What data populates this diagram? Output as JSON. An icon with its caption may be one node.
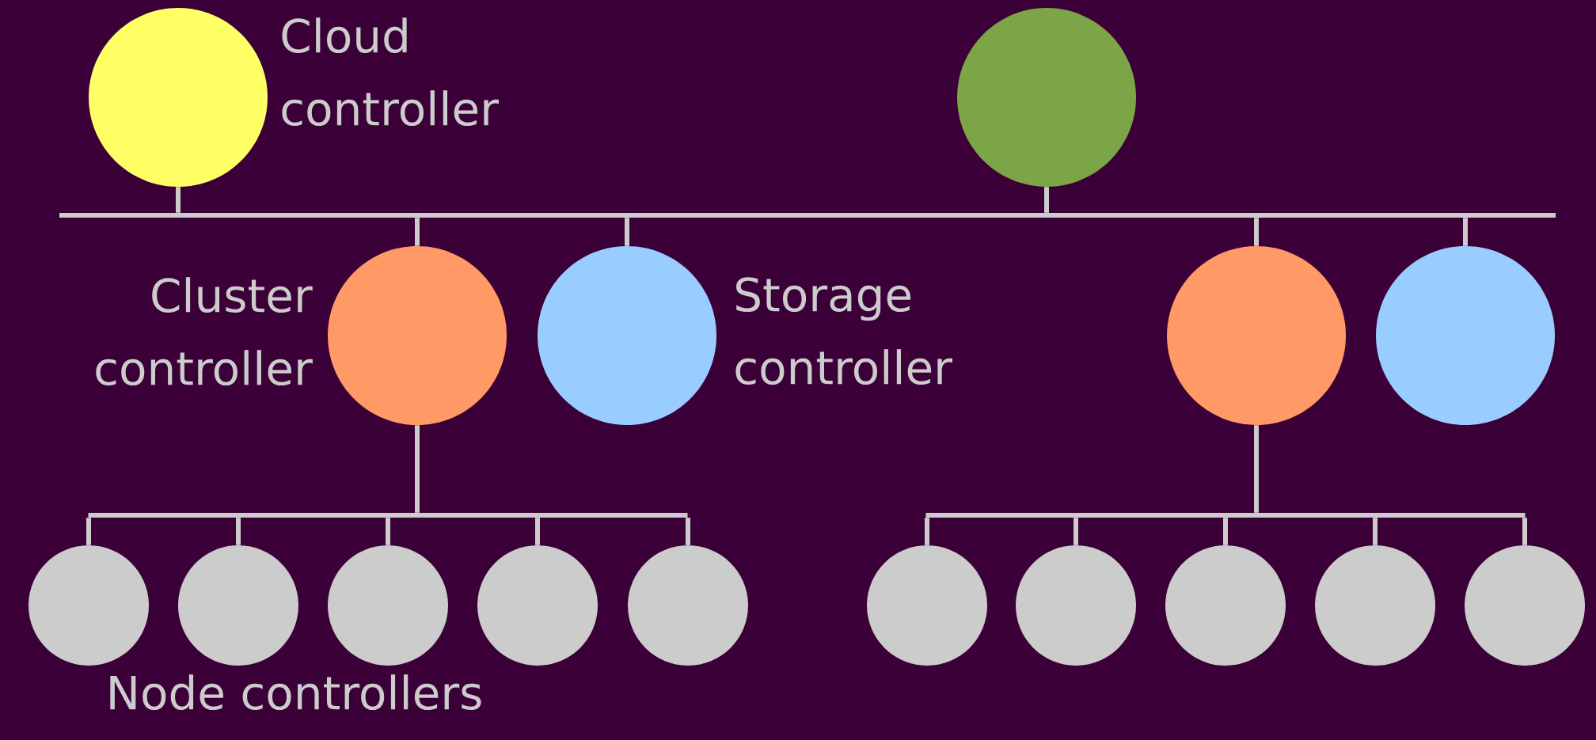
{
  "diagram": {
    "nodes": [
      {
        "text": [],
        "shape": "circle",
        "beside": [
          "Cloud controller"
        ]
      },
      {
        "text": [],
        "shape": "circle"
      },
      {
        "text": [],
        "shape": "bar"
      },
      {
        "text": [],
        "shape": "circle",
        "beside": [
          "Cluster controller"
        ]
      },
      {
        "text": [],
        "shape": "circle",
        "beside": [
          "Storage controller"
        ]
      },
      {
        "text": [],
        "shape": "circle"
      },
      {
        "text": [],
        "shape": "circle"
      },
      {
        "text": [],
        "shape": "bar"
      },
      {
        "text": [],
        "shape": "bar"
      },
      {
        "text": [],
        "shape": "circle"
      },
      {
        "text": [],
        "shape": "circle"
      },
      {
        "text": [],
        "shape": "circle"
      },
      {
        "text": [],
        "shape": "circle"
      },
      {
        "text": [],
        "shape": "circle"
      },
      {
        "text": [],
        "shape": "circle"
      },
      {
        "text": [],
        "shape": "circle"
      },
      {
        "text": [],
        "shape": "circle"
      },
      {
        "text": [],
        "shape": "circle"
      },
      {
        "text": [],
        "shape": "circle"
      }
    ],
    "edges": [
      {
        "from": 0,
        "to": 2,
        "arrow": "none"
      },
      {
        "from": 1,
        "to": 2,
        "arrow": "none"
      },
      {
        "from": 2,
        "to": 3,
        "arrow": "none"
      },
      {
        "from": 2,
        "to": 4,
        "arrow": "none"
      },
      {
        "from": 2,
        "to": 5,
        "arrow": "none"
      },
      {
        "from": 2,
        "to": 6,
        "arrow": "none"
      },
      {
        "from": 3,
        "to": 7,
        "arrow": "none"
      },
      {
        "from": 5,
        "to": 8,
        "arrow": "none"
      },
      {
        "from": 7,
        "to": 9,
        "arrow": "none"
      },
      {
        "from": 7,
        "to": 10,
        "arrow": "none"
      },
      {
        "from": 7,
        "to": 11,
        "arrow": "none"
      },
      {
        "from": 7,
        "to": 12,
        "arrow": "none"
      },
      {
        "from": 7,
        "to": 13,
        "arrow": "none"
      },
      {
        "from": 8,
        "to": 14,
        "arrow": "none"
      },
      {
        "from": 8,
        "to": 15,
        "arrow": "none"
      },
      {
        "from": 8,
        "to": 16,
        "arrow": "none"
      },
      {
        "from": 8,
        "to": 17,
        "arrow": "none"
      },
      {
        "from": 8,
        "to": 18,
        "arrow": "none"
      }
    ],
    "labels": [
      "Node controllers"
    ]
  }
}
